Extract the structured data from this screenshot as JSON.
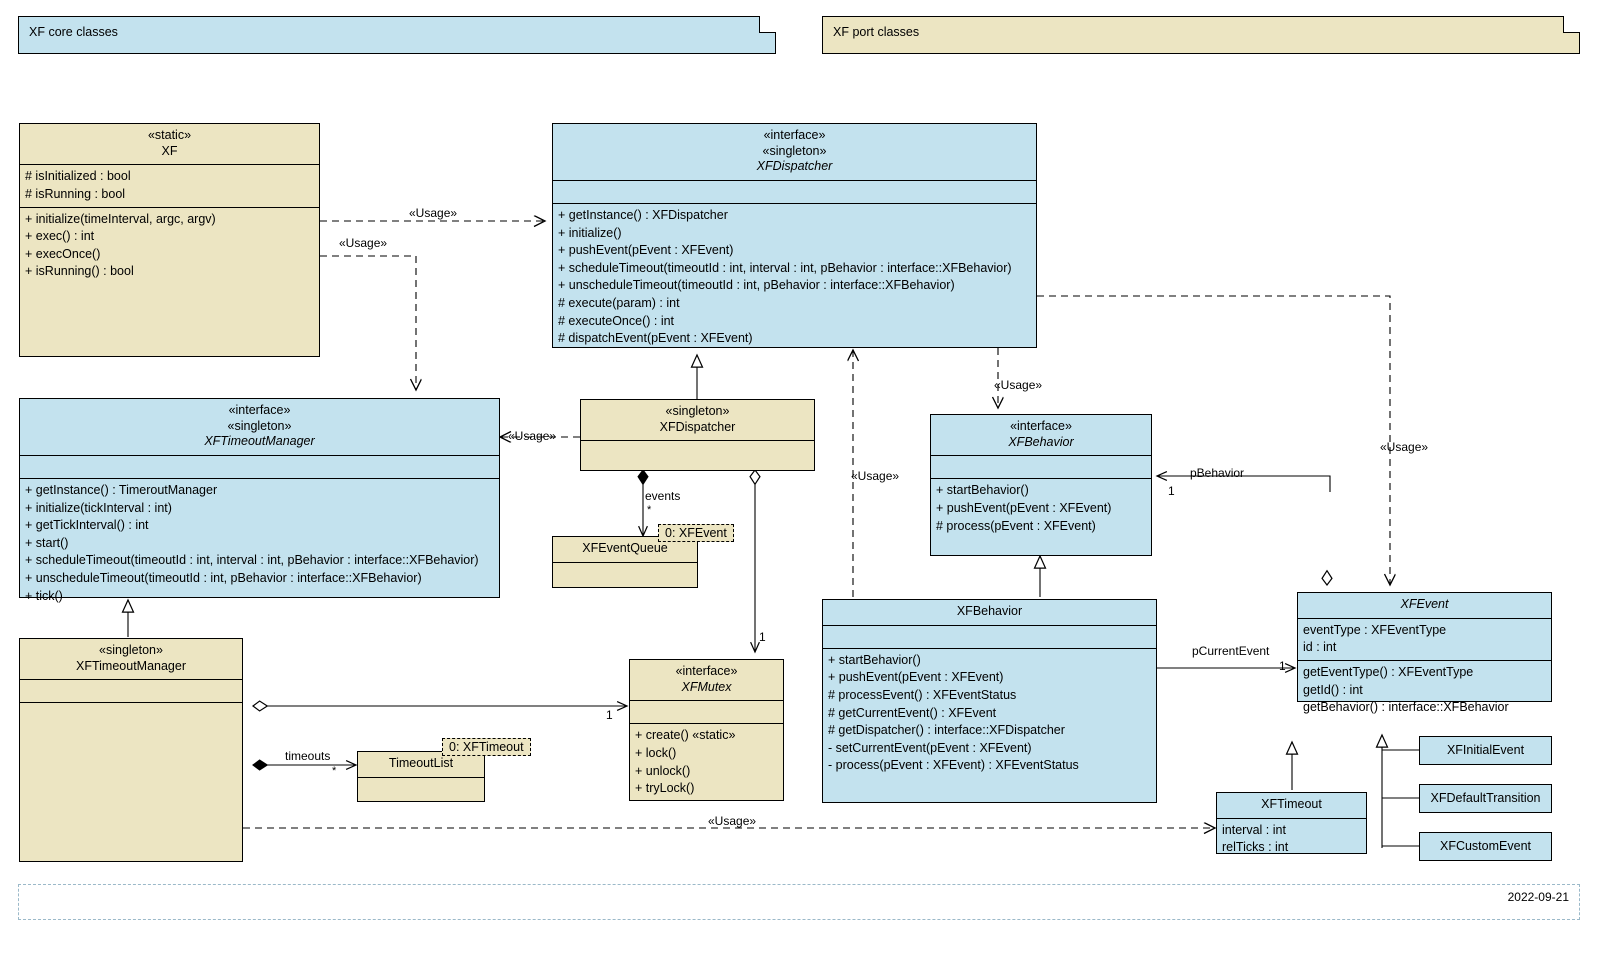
{
  "diagram": {
    "title_core": "XF core classes",
    "title_port": "XF port classes",
    "date": "2022-09-21"
  },
  "stereotypes": {
    "static": "«static»",
    "interface": "«interface»",
    "singleton": "«singleton»",
    "usage": "«Usage»"
  },
  "classes": {
    "xf": {
      "stereotype": "«static»",
      "name": "XF",
      "attributes": [
        "# isInitialized : bool",
        "# isRunning : bool"
      ],
      "operations": [
        "+ initialize(timeInterval, argc, argv)",
        "+ exec() : int",
        "+ execOnce()",
        "+ isRunning() : bool"
      ]
    },
    "xfdispatcher_if": {
      "stereotype1": "«interface»",
      "stereotype2": "«singleton»",
      "name": "XFDispatcher",
      "attributes": [],
      "operations": [
        "+ getInstance() : XFDispatcher",
        "+ initialize()",
        "+ pushEvent(pEvent : XFEvent)",
        "+ scheduleTimeout(timeoutId : int, interval : int, pBehavior : interface::XFBehavior)",
        "+ unscheduleTimeout(timeoutId : int, pBehavior : interface::XFBehavior)",
        "# execute(param) : int",
        "# executeOnce() : int",
        "# dispatchEvent(pEvent : XFEvent)"
      ]
    },
    "xftimeoutmanager_if": {
      "stereotype1": "«interface»",
      "stereotype2": "«singleton»",
      "name": "XFTimeoutManager",
      "attributes": [],
      "operations": [
        "+ getInstance() : TimeroutManager",
        "+ initialize(tickInterval : int)",
        "+ getTickInterval() : int",
        "+ start()",
        "+ scheduleTimeout(timeoutId : int, interval : int, pBehavior : interface::XFBehavior)",
        "+ unscheduleTimeout(timeoutId : int, pBehavior : interface::XFBehavior)",
        "+ tick()"
      ]
    },
    "xfdispatcher_impl": {
      "stereotype": "«singleton»",
      "name": "XFDispatcher",
      "attributes": [],
      "operations": []
    },
    "xfeventqueue": {
      "name": "XFEventQueue",
      "template_param": "0: XFEvent",
      "attributes": [],
      "operations": []
    },
    "xfbehavior_if": {
      "stereotype": "«interface»",
      "name": "XFBehavior",
      "attributes": [],
      "operations": [
        "+ startBehavior()",
        "+ pushEvent(pEvent : XFEvent)",
        "# process(pEvent : XFEvent)"
      ]
    },
    "xfbehavior_impl": {
      "name": "XFBehavior",
      "attributes": [],
      "operations": [
        "+ startBehavior()",
        "+ pushEvent(pEvent : XFEvent)",
        "# processEvent() : XFEventStatus",
        "# getCurrentEvent() : XFEvent",
        "# getDispatcher() : interface::XFDispatcher",
        "- setCurrentEvent(pEvent : XFEvent)",
        "- process(pEvent : XFEvent) : XFEventStatus"
      ]
    },
    "xftimeoutmanager_impl": {
      "stereotype": "«singleton»",
      "name": "XFTimeoutManager",
      "attributes": [],
      "operations": []
    },
    "timeoutlist": {
      "name": "TimeoutList",
      "template_param": "0: XFTimeout",
      "attributes": [],
      "operations": []
    },
    "xfmutex": {
      "stereotype": "«interface»",
      "name": "XFMutex",
      "attributes": [],
      "operations": [
        "+ create() «static»",
        "+ lock()",
        "+ unlock()",
        "+ tryLock()"
      ]
    },
    "xfevent": {
      "name": "XFEvent",
      "attributes": [
        "eventType : XFEventType",
        "id : int"
      ],
      "operations": [
        "getEventType() : XFEventType",
        "getId() : int",
        "getBehavior() : interface::XFBehavior"
      ]
    },
    "xftimeout": {
      "name": "XFTimeout",
      "attributes": [
        "interval : int",
        "relTicks : int"
      ],
      "operations": []
    },
    "xfinitialevent": {
      "name": "XFInitialEvent"
    },
    "xfdefaulttransition": {
      "name": "XFDefaultTransition"
    },
    "xfcustomevent": {
      "name": "XFCustomEvent"
    }
  },
  "connector_labels": {
    "usage_xf_to_dispatcher": "«Usage»",
    "usage_xf_to_timeoutmgr": "«Usage»",
    "usage_dispatcherimpl_to_timeoutmgr_if": "«Usage»",
    "usage_dispatcher_to_behavior_if": "«Usage»",
    "usage_behaviorimpl_to_dispatcher_if": "«Usage»",
    "usage_dispatcher_to_event": "«Usage»",
    "usage_timeoutmgr_to_timeout": "«Usage»",
    "events_role": "events",
    "events_mult": "*",
    "timeouts_role": "timeouts",
    "timeouts_mult": "*",
    "mutex_mult_dispatcher": "1",
    "mutex_mult_timeoutmgr": "1",
    "pbehavior_role": "pBehavior",
    "pbehavior_mult": "1",
    "pcurrentevent_role": "pCurrentEvent",
    "pcurrentevent_mult": "1"
  },
  "colors": {
    "blue_fill": "#c3e2ee",
    "tan_fill": "#ece5c2",
    "line": "#000000",
    "frame": "#9bb9c9"
  }
}
